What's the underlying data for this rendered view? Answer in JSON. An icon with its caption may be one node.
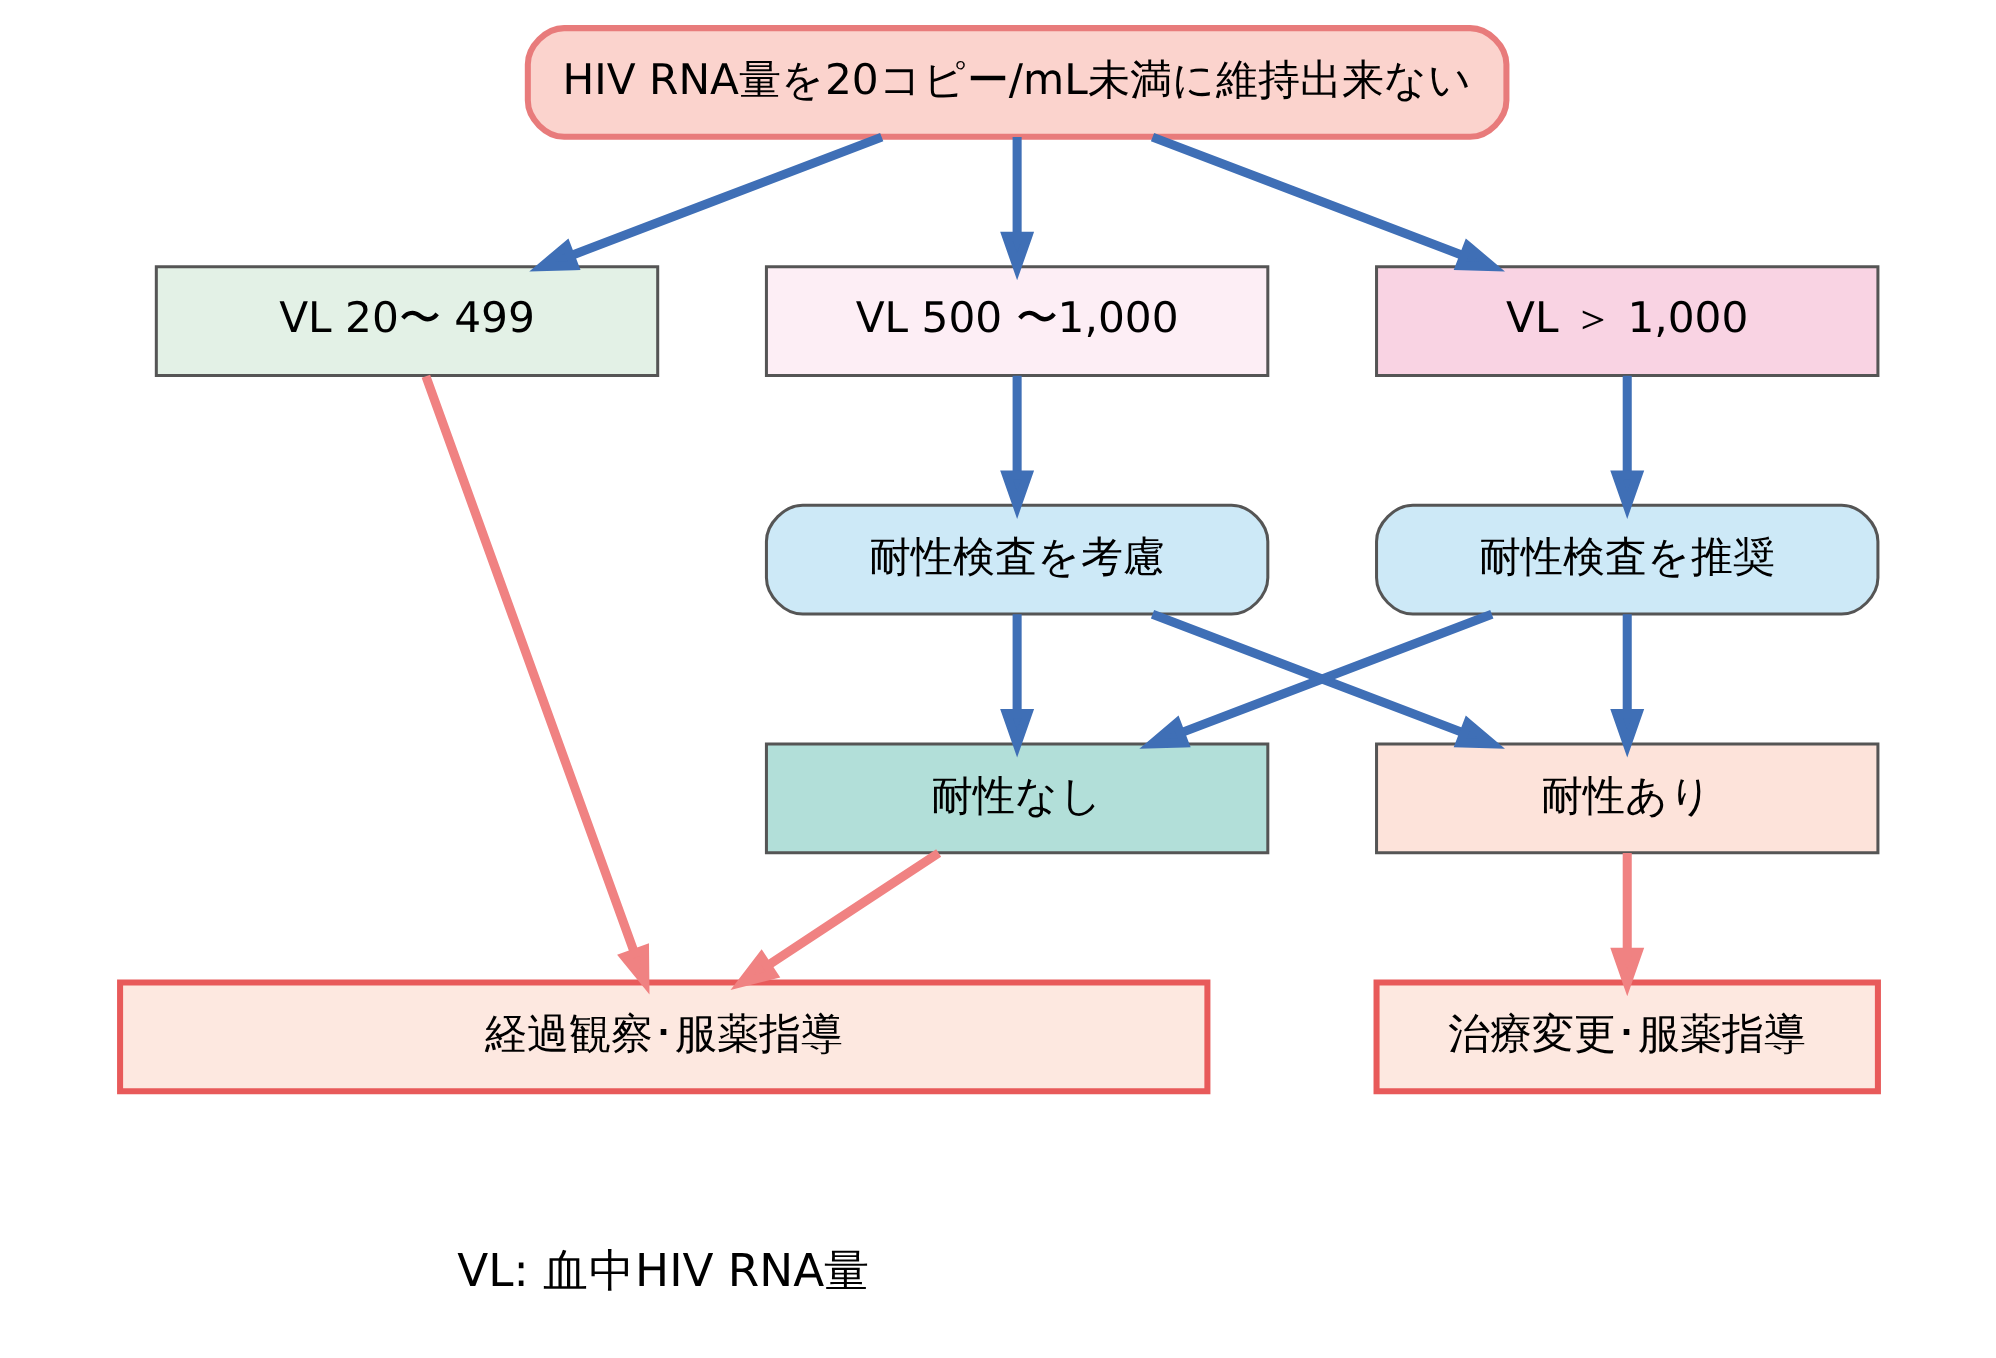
{
  "diagram": {
    "nodes": [
      {
        "text": [
          "HIV RNA量を20コピー/mL未満に維持出来ない"
        ]
      },
      {
        "text": [
          "VL 20〜 499"
        ]
      },
      {
        "text": [
          "VL 500 〜1,000"
        ]
      },
      {
        "text": [
          "VL ＞ 1,000"
        ]
      },
      {
        "text": [
          "耐性検査を考慮"
        ]
      },
      {
        "text": [
          "耐性検査を推奨"
        ]
      },
      {
        "text": [
          "耐性なし"
        ]
      },
      {
        "text": [
          "耐性あり"
        ]
      },
      {
        "text": [
          "経過観察･服薬指導"
        ]
      },
      {
        "text": [
          "治療変更･服薬指導"
        ]
      }
    ],
    "edges": [
      {
        "from": 0,
        "to": 1,
        "arrow": "to"
      },
      {
        "from": 0,
        "to": 2,
        "arrow": "to"
      },
      {
        "from": 0,
        "to": 3,
        "arrow": "to"
      },
      {
        "from": 1,
        "to": 8,
        "arrow": "to",
        "color": "#f08282"
      },
      {
        "from": 2,
        "to": 4,
        "arrow": "to"
      },
      {
        "from": 3,
        "to": 5,
        "arrow": "to"
      },
      {
        "from": 4,
        "to": 6,
        "arrow": "to"
      },
      {
        "from": 4,
        "to": 7,
        "arrow": "to"
      },
      {
        "from": 5,
        "to": 6,
        "arrow": "to"
      },
      {
        "from": 5,
        "to": 7,
        "arrow": "to"
      },
      {
        "from": 6,
        "to": 8,
        "arrow": "to",
        "color": "#f08282"
      },
      {
        "from": 7,
        "to": 9,
        "arrow": "to",
        "color": "#f08282"
      }
    ],
    "labels": [
      "VL: 血中HIV RNA量"
    ]
  }
}
